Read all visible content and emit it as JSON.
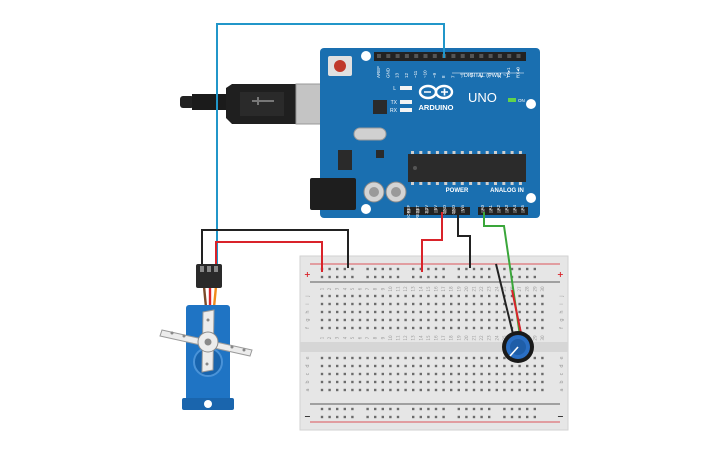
{
  "arduino": {
    "board_name": "UNO",
    "brand": "ARDUINO",
    "digital_label": "DIGITAL (PWM ~)",
    "power_label": "POWER",
    "analog_label": "ANALOG IN",
    "on_label": "ON",
    "led_l": "L",
    "led_tx": "TX",
    "led_rx": "RX",
    "digital_pins": [
      "AREF",
      "GND",
      "13",
      "12",
      "~11",
      "~10",
      "~9",
      "8",
      "7",
      "~6",
      "~5",
      "4",
      "~3",
      "2",
      "TX▸1",
      "RX◂0"
    ],
    "power_pins": [
      "IOREF",
      "RESET",
      "3.3V",
      "5V",
      "GND",
      "GND",
      "Vin"
    ],
    "analog_pins": [
      "A0",
      "A1",
      "A2",
      "A3",
      "A4",
      "A5"
    ]
  },
  "breadboard": {
    "plus_sign": "+",
    "minus_sign": "−",
    "row_letters_top": [
      "j",
      "i",
      "h",
      "g",
      "f"
    ],
    "row_letters_bottom": [
      "e",
      "d",
      "c",
      "b",
      "a"
    ],
    "column_numbers": [
      "1",
      "2",
      "3",
      "4",
      "5",
      "6",
      "7",
      "8",
      "9",
      "10",
      "11",
      "12",
      "13",
      "14",
      "15",
      "16",
      "17",
      "18",
      "19",
      "20",
      "21",
      "22",
      "23",
      "24",
      "25",
      "26",
      "27",
      "28",
      "29",
      "30"
    ]
  },
  "colors": {
    "board_blue": "#1a6fb0",
    "wire_blue": "#2196c9",
    "wire_red": "#d9232a",
    "wire_black": "#222222",
    "wire_green": "#3aa63a",
    "servo_blue": "#1f74c4"
  },
  "icons": {
    "servo": "servo-motor-icon",
    "potentiometer": "potentiometer-icon",
    "usb": "usb-cable-icon"
  }
}
